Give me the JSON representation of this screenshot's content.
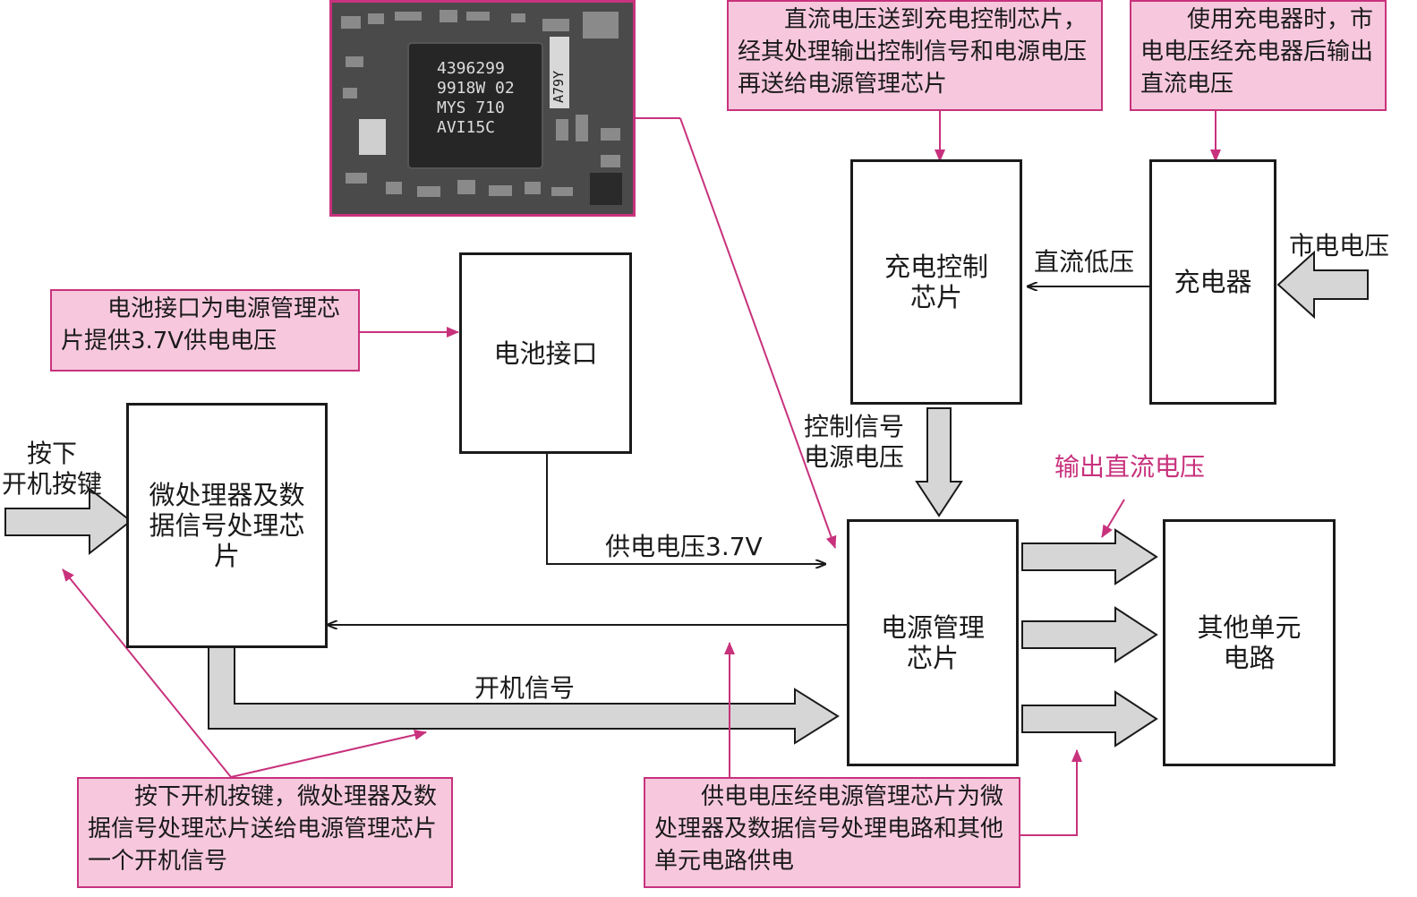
{
  "boxes": {
    "charge_chip": "充电控制芯片",
    "charger": "充电器",
    "battery": "电池接口",
    "cpu": "微处理器及数据信号处理芯片",
    "pmic": "电源管理芯片",
    "other": "其他单元电路"
  },
  "labels": {
    "mains": "市电电压",
    "dc_low": "直流低压",
    "ctrl1": "控制信号",
    "ctrl2": "电源电压",
    "dc_out": "输出直流电压",
    "supply37": "供电电压3.7V",
    "power_on_key1": "按下",
    "power_on_key2": "开机按键",
    "power_on_signal": "开机信号"
  },
  "notes": {
    "charge_chip_desc": "直流电压送到充电控制芯片，经其处理输出控制信号和电源电压再送给电源管理芯片",
    "charger_desc": "使用充电器时，市电电压经充电器后输出直流电压",
    "battery_desc": "电池接口为电源管理芯片提供3.7V供电电压",
    "power_on_desc": "按下开机按键，微处理器及数据信号处理芯片送给电源管理芯片一个开机信号",
    "supply_desc": "供电电压经电源管理芯片为微处理器及数据信号处理电路和其他单元电路供电"
  },
  "photo": {
    "chip_markings": [
      "4396299",
      "9918W 02",
      "MYS 710",
      "AVI15C"
    ],
    "side_marking": "A79Y"
  },
  "colors": {
    "accent": "#c8327d",
    "note_fill": "#f7c8dd",
    "arrow_fill": "#d6d6d6"
  }
}
